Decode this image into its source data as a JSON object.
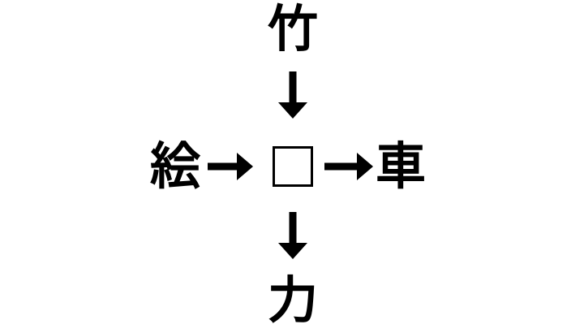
{
  "diagram": {
    "type": "kanji-association-puzzle",
    "background_color": "#ffffff",
    "ink_color": "#000000",
    "nodes": {
      "top": {
        "text": "竹",
        "position": "top",
        "name": "kanji-top"
      },
      "left": {
        "text": "絵",
        "position": "left",
        "name": "kanji-left"
      },
      "right": {
        "text": "車",
        "position": "right",
        "name": "kanji-right"
      },
      "bottom": {
        "text": "力",
        "position": "bottom",
        "name": "kanji-bottom"
      },
      "center": {
        "text": "",
        "position": "center",
        "name": "answer-box"
      }
    },
    "arrows": [
      {
        "name": "arrow-down-top",
        "direction": "down",
        "from": "top",
        "to": "center",
        "glyph": "↓"
      },
      {
        "name": "arrow-right-left",
        "direction": "right",
        "from": "left",
        "to": "center",
        "glyph": "→"
      },
      {
        "name": "arrow-right-right",
        "direction": "right",
        "from": "center",
        "to": "right",
        "glyph": "→"
      },
      {
        "name": "arrow-down-bottom",
        "direction": "down",
        "from": "center",
        "to": "bottom",
        "glyph": "↓"
      }
    ]
  }
}
